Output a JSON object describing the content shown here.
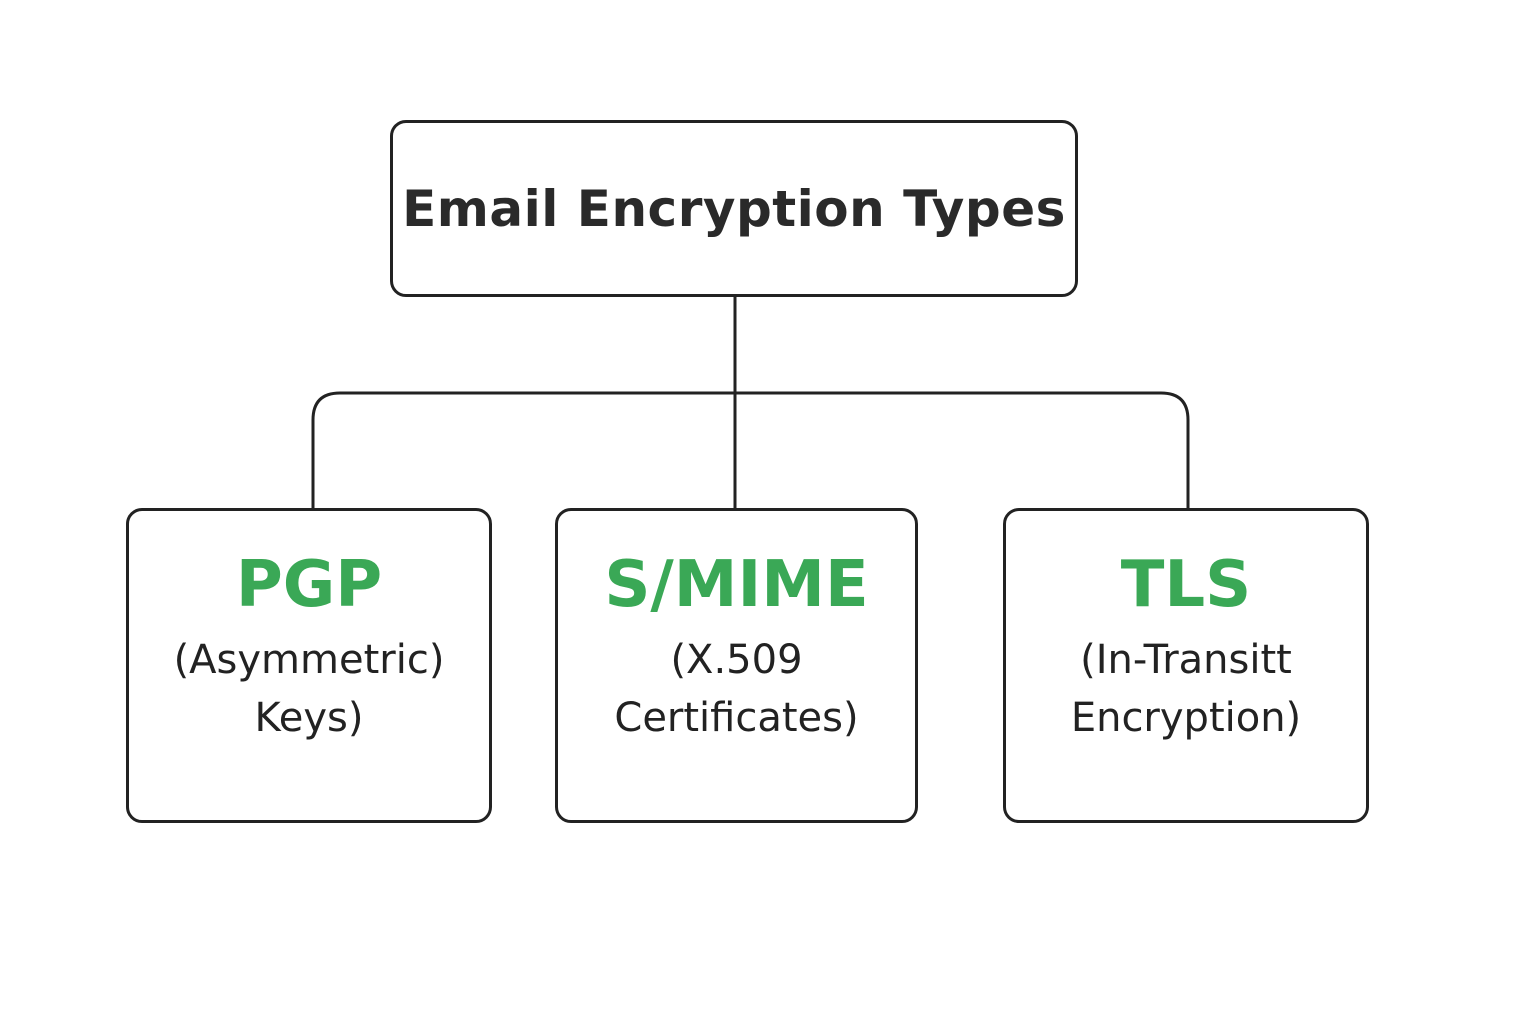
{
  "diagram": {
    "root": {
      "label": "Email Encryption Types"
    },
    "children": [
      {
        "title": "PGP",
        "desc_line1": "(Asymmetric)",
        "desc_line2": "Keys)"
      },
      {
        "title": "S/MIME",
        "desc_line1": "(X.509",
        "desc_line2": "Certificates)"
      },
      {
        "title": "TLS",
        "desc_line1": "(In-Transitt",
        "desc_line2": "Encryption)"
      }
    ]
  },
  "colors": {
    "accent_green": "#3aa856",
    "line": "#222222",
    "text": "#222222"
  }
}
